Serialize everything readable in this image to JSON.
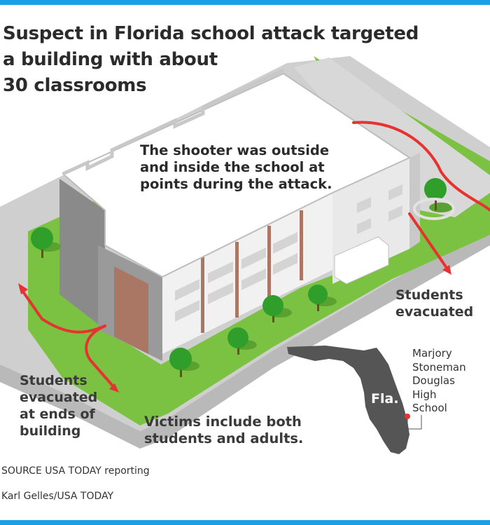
{
  "title_lines": [
    "Suspect in Florida school attack targeted",
    "a building with about",
    "30 classrooms"
  ],
  "annotations": {
    "shooter_lines": [
      "The shooter was outside",
      "and inside the school at",
      "points during the attack."
    ],
    "victims_lines": [
      "Victims include both",
      "students and adults."
    ],
    "evacuated_east_lines": [
      "Students",
      "evacuated"
    ],
    "evacuated_ends_lines": [
      "Students",
      "evacuated",
      "at ends of",
      "building"
    ]
  },
  "locator_map": {
    "state_abbr": "Fla.",
    "school_name_lines": [
      "Marjory",
      "Stoneman",
      "Douglas",
      "High",
      "School"
    ]
  },
  "footer": {
    "source": "SOURCE USA TODAY reporting",
    "credit": "Karl Gelles/USA TODAY"
  },
  "colors": {
    "brand_bar": "#1aa0e6",
    "grass": "#7cc242",
    "tree": "#2f9e2a",
    "road": "#cfcfcf",
    "roof": "#ffffff",
    "wall_light": "#f2f2f2",
    "wall_shadow": "#8a8a8a",
    "brick": "#a97763",
    "arrow": "#e8322f",
    "florida": "#555555",
    "school_dot": "#e8322f"
  }
}
